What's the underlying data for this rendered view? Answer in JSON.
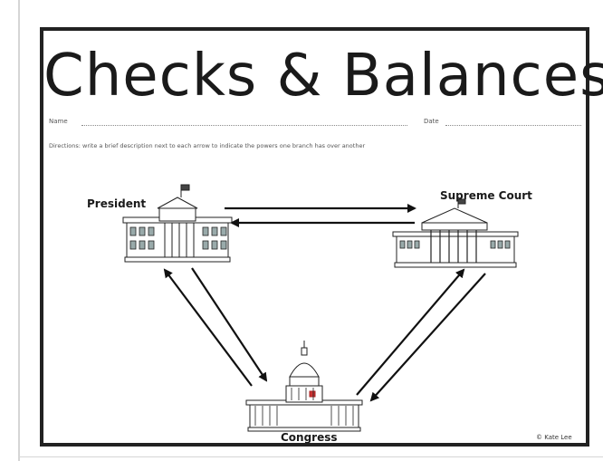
{
  "worksheet": {
    "title": "Checks & Balances",
    "name_label": "Name",
    "date_label": "Date",
    "directions": "Directions: write a brief description next to each arrow to indicate the powers one branch has over another",
    "credit": "© Kate Lee"
  },
  "branches": {
    "president": "President",
    "supreme_court": "Supreme Court",
    "congress": "Congress"
  },
  "icons": {
    "president": "white-house-icon",
    "supreme_court": "supreme-court-building-icon",
    "congress": "capitol-building-icon"
  }
}
